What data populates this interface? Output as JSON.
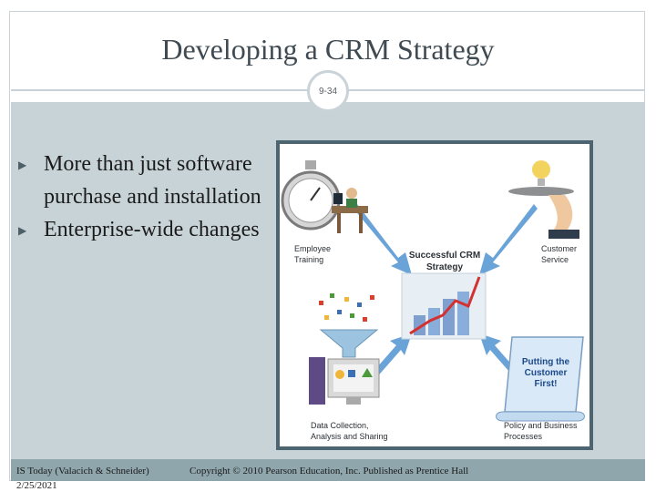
{
  "slide": {
    "title": "Developing a CRM Strategy",
    "slide_number": "9-34",
    "bullets": [
      "More than just software purchase and installation",
      "Enterprise-wide changes"
    ]
  },
  "figure": {
    "center_label": "Successful CRM Strategy",
    "labels": {
      "employee_training": "Employee Training",
      "customer_service": "Customer Service",
      "data_collection": "Data Collection, Analysis and Sharing",
      "policy": "Policy and Business Processes",
      "putting_customer_first": "Putting the Customer First!"
    }
  },
  "footer": {
    "source": "IS Today (Valacich & Schneider)",
    "date": "2/25/2021",
    "copyright": "Copyright © 2010 Pearson Education, Inc. Published as Prentice Hall"
  },
  "colors": {
    "content_bg": "#c8d3d8",
    "footer_bg": "#8fa6ad",
    "figure_border": "#4d6570",
    "arrow": "#6aa3d8"
  }
}
